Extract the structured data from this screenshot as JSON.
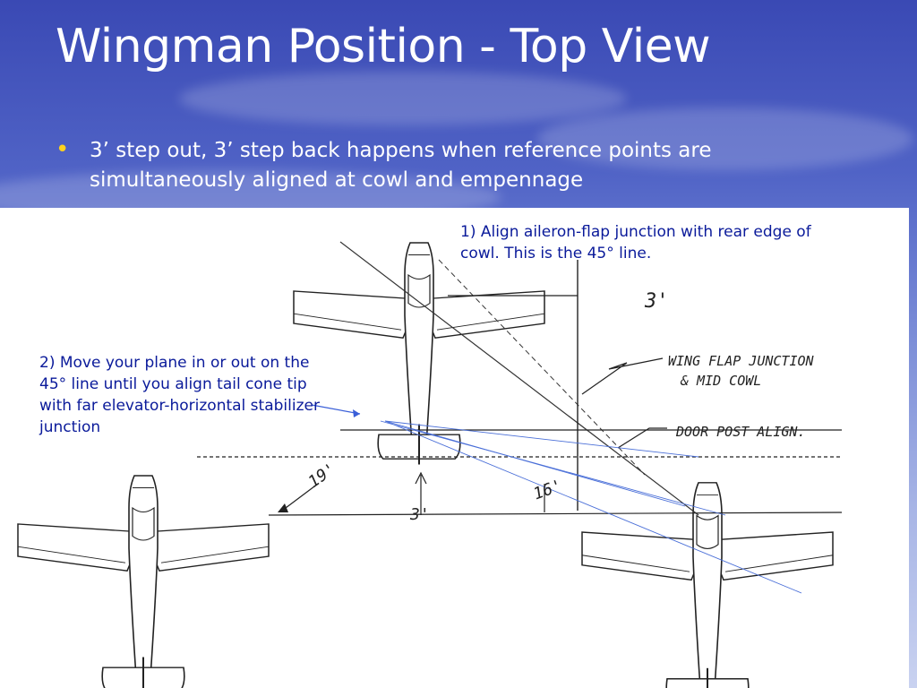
{
  "slide": {
    "title": "Wingman Position - Top View",
    "bullet": "3’ step out, 3’ step back happens when reference points are simultaneously aligned at cowl and empennage"
  },
  "annotations": {
    "note1": "1) Align aileron-flap junction with rear edge of cowl. This is the 45° line.",
    "note2": "2) Move your plane in or out on the 45° line until you align tail cone tip with far elevator-horizontal stabilizer junction"
  },
  "sketch_labels": {
    "step_out": "3'",
    "step_back": "3'",
    "wing_flap_1": "WING FLAP JUNCTION",
    "wing_flap_2": "& MID COWL",
    "door_post": "DOOR POST ALIGN.",
    "dist_19": "19'",
    "dist_16": "16'"
  },
  "colors": {
    "bullet": "#ffd21e",
    "note_text": "#0a1a9a",
    "guide_lines": "#4a6fd8"
  }
}
